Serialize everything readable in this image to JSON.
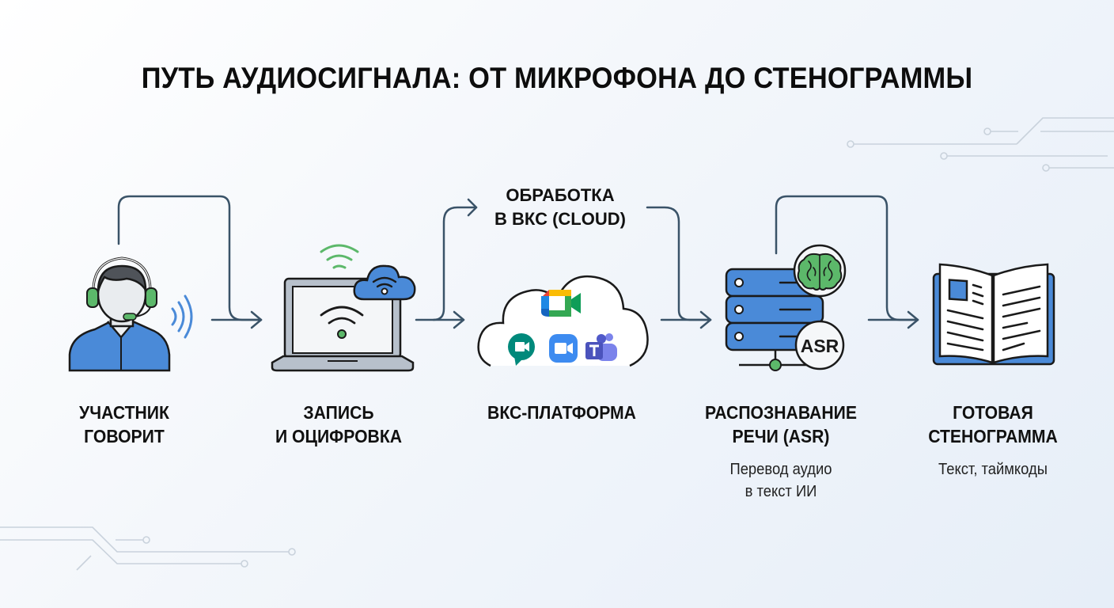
{
  "title": "ПУТЬ АУДИОСИГНАЛА: ОТ МИКРОФОНА ДО СТЕНОГРАММЫ",
  "cloud_label": {
    "line1": "ОБРАБОТКА",
    "line2": "В ВКС (CLOUD)"
  },
  "steps": [
    {
      "icon": "person-headset-icon",
      "line1": "УЧАСТНИК",
      "line2": "ГОВОРИТ"
    },
    {
      "icon": "laptop-wifi-cloud-icon",
      "line1": "ЗАПИСЬ",
      "line2": "И ОЦИФРОВКА"
    },
    {
      "icon": "cloud-platforms-icon",
      "line1": "ВКС-ПЛАТФОРМА",
      "line2": ""
    },
    {
      "icon": "server-ai-icon",
      "line1": "РАСПОЗНАВАНИЕ",
      "line2": "РЕЧИ (ASR)",
      "sub1": "Перевод аудио",
      "sub2": "в текст ИИ",
      "badge": "ASR"
    },
    {
      "icon": "open-book-icon",
      "line1": "ГОТОВАЯ",
      "line2": "СТЕНОГРАММА",
      "sub1": "Текст, таймкоды"
    }
  ],
  "colors": {
    "arrow": "#3a5368",
    "blue": "#4a8ad8",
    "green": "#5cb86a",
    "gray": "#b7c0cb",
    "outline": "#1a1a1a",
    "circuit": "#c7d1dc"
  }
}
